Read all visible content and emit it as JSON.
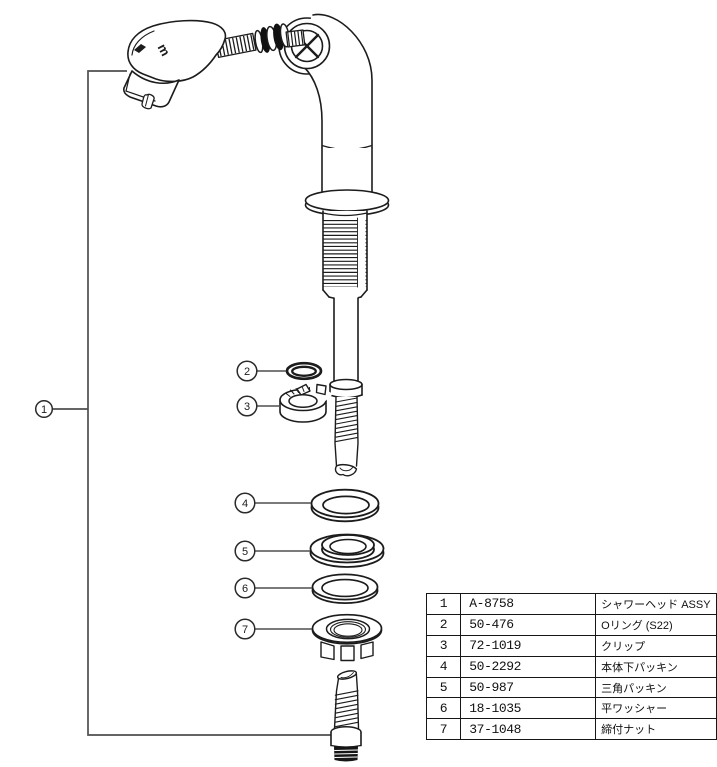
{
  "drawing": {
    "logo_mark": "m"
  },
  "callouts": [
    {
      "label": "1"
    },
    {
      "label": "2"
    },
    {
      "label": "3"
    },
    {
      "label": "4"
    },
    {
      "label": "5"
    },
    {
      "label": "6"
    },
    {
      "label": "7"
    }
  ],
  "parts_table": {
    "rows": [
      {
        "no": "1",
        "code": "A-8758",
        "name": "シャワーヘッド ASSY"
      },
      {
        "no": "2",
        "code": "50-476",
        "name": "Oリング (S22)"
      },
      {
        "no": "3",
        "code": "72-1019",
        "name": "クリップ"
      },
      {
        "no": "4",
        "code": "50-2292",
        "name": "本体下パッキン"
      },
      {
        "no": "5",
        "code": "50-987",
        "name": "三角パッキン"
      },
      {
        "no": "6",
        "code": "18-1035",
        "name": "平ワッシャー"
      },
      {
        "no": "7",
        "code": "37-1048",
        "name": "締付ナット"
      }
    ]
  },
  "colors": {
    "line": "#1c1c1c",
    "leader": "#4f4f4f",
    "table_border": "#161616"
  }
}
